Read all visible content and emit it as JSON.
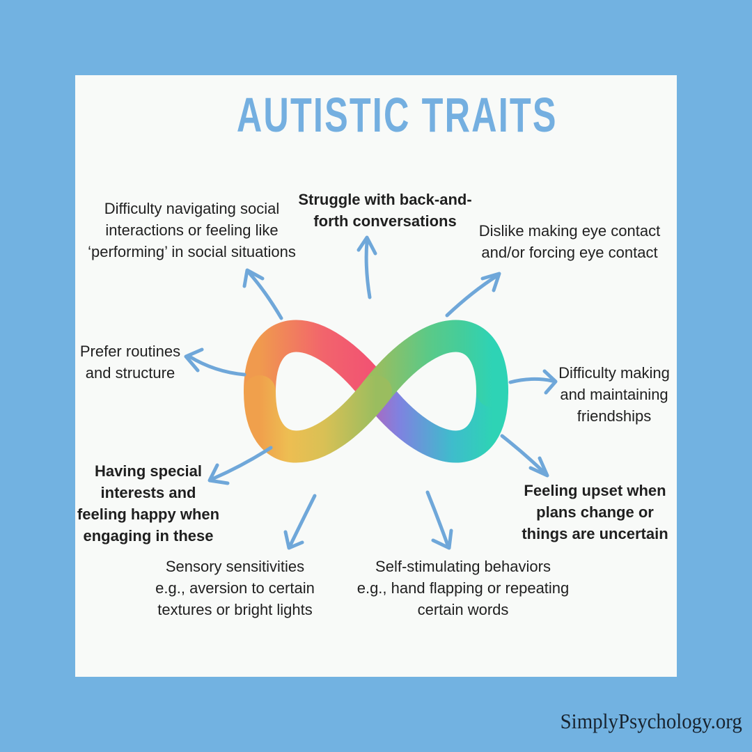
{
  "title": "AUTISTIC TRAITS",
  "watermark": "SimplyPsychology.org",
  "center_icon": "rainbow-infinity",
  "colors": {
    "background": "#72B2E1",
    "card": "#F8FAF8",
    "title": "#74AFE0",
    "arrow": "#6FA7D9",
    "text": "#1F1F1F",
    "infinity_orange": "#F09A4E",
    "infinity_pink": "#F2566E",
    "infinity_yellow": "#EDBE52",
    "infinity_green": "#5BC987",
    "infinity_purple": "#7F82E0",
    "infinity_teal": "#2ED3B5"
  },
  "traits": [
    {
      "id": "social-interactions",
      "bold": false,
      "lines": [
        "Difficulty navigating social",
        "interactions or feeling like",
        "‘performing’ in social situations"
      ]
    },
    {
      "id": "conversations",
      "bold": true,
      "lines": [
        "Struggle with back-and-",
        "forth conversations"
      ]
    },
    {
      "id": "eye-contact",
      "bold": false,
      "lines": [
        "Dislike making eye contact",
        "and/or forcing eye contact"
      ]
    },
    {
      "id": "routines",
      "bold": false,
      "lines": [
        "Prefer routines",
        "and structure"
      ]
    },
    {
      "id": "friendships",
      "bold": false,
      "lines": [
        "Difficulty making",
        "and maintaining",
        "friendships"
      ]
    },
    {
      "id": "special-interests",
      "bold": true,
      "lines": [
        "Having special",
        "interests and",
        "feeling happy when",
        "engaging in these"
      ]
    },
    {
      "id": "sensory",
      "bold": false,
      "lines": [
        "Sensory sensitivities",
        "e.g., aversion to certain",
        "textures or bright lights"
      ]
    },
    {
      "id": "self-stimulating",
      "bold": false,
      "lines": [
        "Self-stimulating behaviors",
        "e.g., hand flapping or repeating",
        "certain words"
      ]
    },
    {
      "id": "plans-change",
      "bold": true,
      "lines": [
        "Feeling upset when",
        "plans change or",
        "things are uncertain"
      ]
    }
  ]
}
